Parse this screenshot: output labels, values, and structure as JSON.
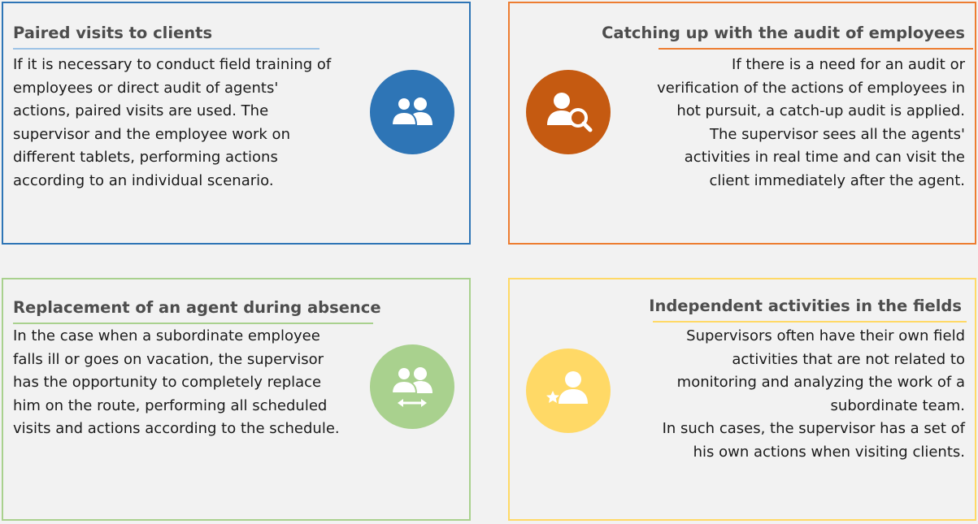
{
  "cards": [
    {
      "title": "Paired visits to clients",
      "body": "If it is necessary to conduct field training of\nemployees or direct audit of agents'\nactions, paired visits are used. The\nsupervisor and the employee work on\ndifferent tablets, performing actions\naccording to an individual scenario.",
      "icon": "people-pair-icon",
      "border_color": "#2e75b6",
      "icon_color": "#2e75b6"
    },
    {
      "title": "Catching up with the audit of employees",
      "body": "If there is a need for an audit or\nverification of the actions of employees in\nhot pursuit, a catch-up audit is applied.\nThe supervisor sees all the agents'\nactivities in real time and can visit the\nclient immediately after the agent.",
      "icon": "user-search-icon",
      "border_color": "#ed7d31",
      "icon_color": "#c55a11"
    },
    {
      "title": "Replacement of an agent during absence",
      "body": "In the case when a subordinate employee\nfalls ill or goes on vacation, the supervisor\nhas the opportunity to completely replace\nhim on the route, performing all scheduled\nvisits and actions according to the schedule.",
      "icon": "people-swap-icon",
      "border_color": "#a9d18e",
      "icon_color": "#a9d18e"
    },
    {
      "title": "Independent activities in the fields",
      "body": "Supervisors often have their own field\nactivities that are not related to\nmonitoring and analyzing the work of a\nsubordinate team.\nIn such cases, the supervisor has a set of\nhis own actions when visiting clients.",
      "icon": "user-star-icon",
      "border_color": "#ffd966",
      "icon_color": "#ffd966"
    }
  ]
}
